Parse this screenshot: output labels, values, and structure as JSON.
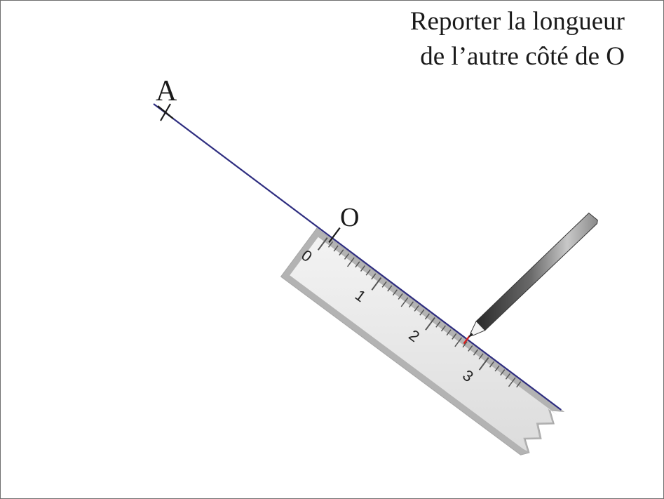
{
  "instruction": {
    "line1": "Reporter la longueur",
    "line2": "de l’autre côté de O"
  },
  "points": {
    "A": {
      "label": "A"
    },
    "O": {
      "label": "O"
    }
  },
  "ruler": {
    "numbers": [
      "0",
      "1",
      "2",
      "3"
    ]
  },
  "colors": {
    "segment": "#2e2d80",
    "ruler_fill": "#e6e6e6",
    "ruler_edge": "#b5b5b5",
    "ticks": "#555555",
    "pencil": "#4a4a4a",
    "mark": "#d81e1e"
  },
  "icons": {
    "pencil": "pencil-icon"
  }
}
